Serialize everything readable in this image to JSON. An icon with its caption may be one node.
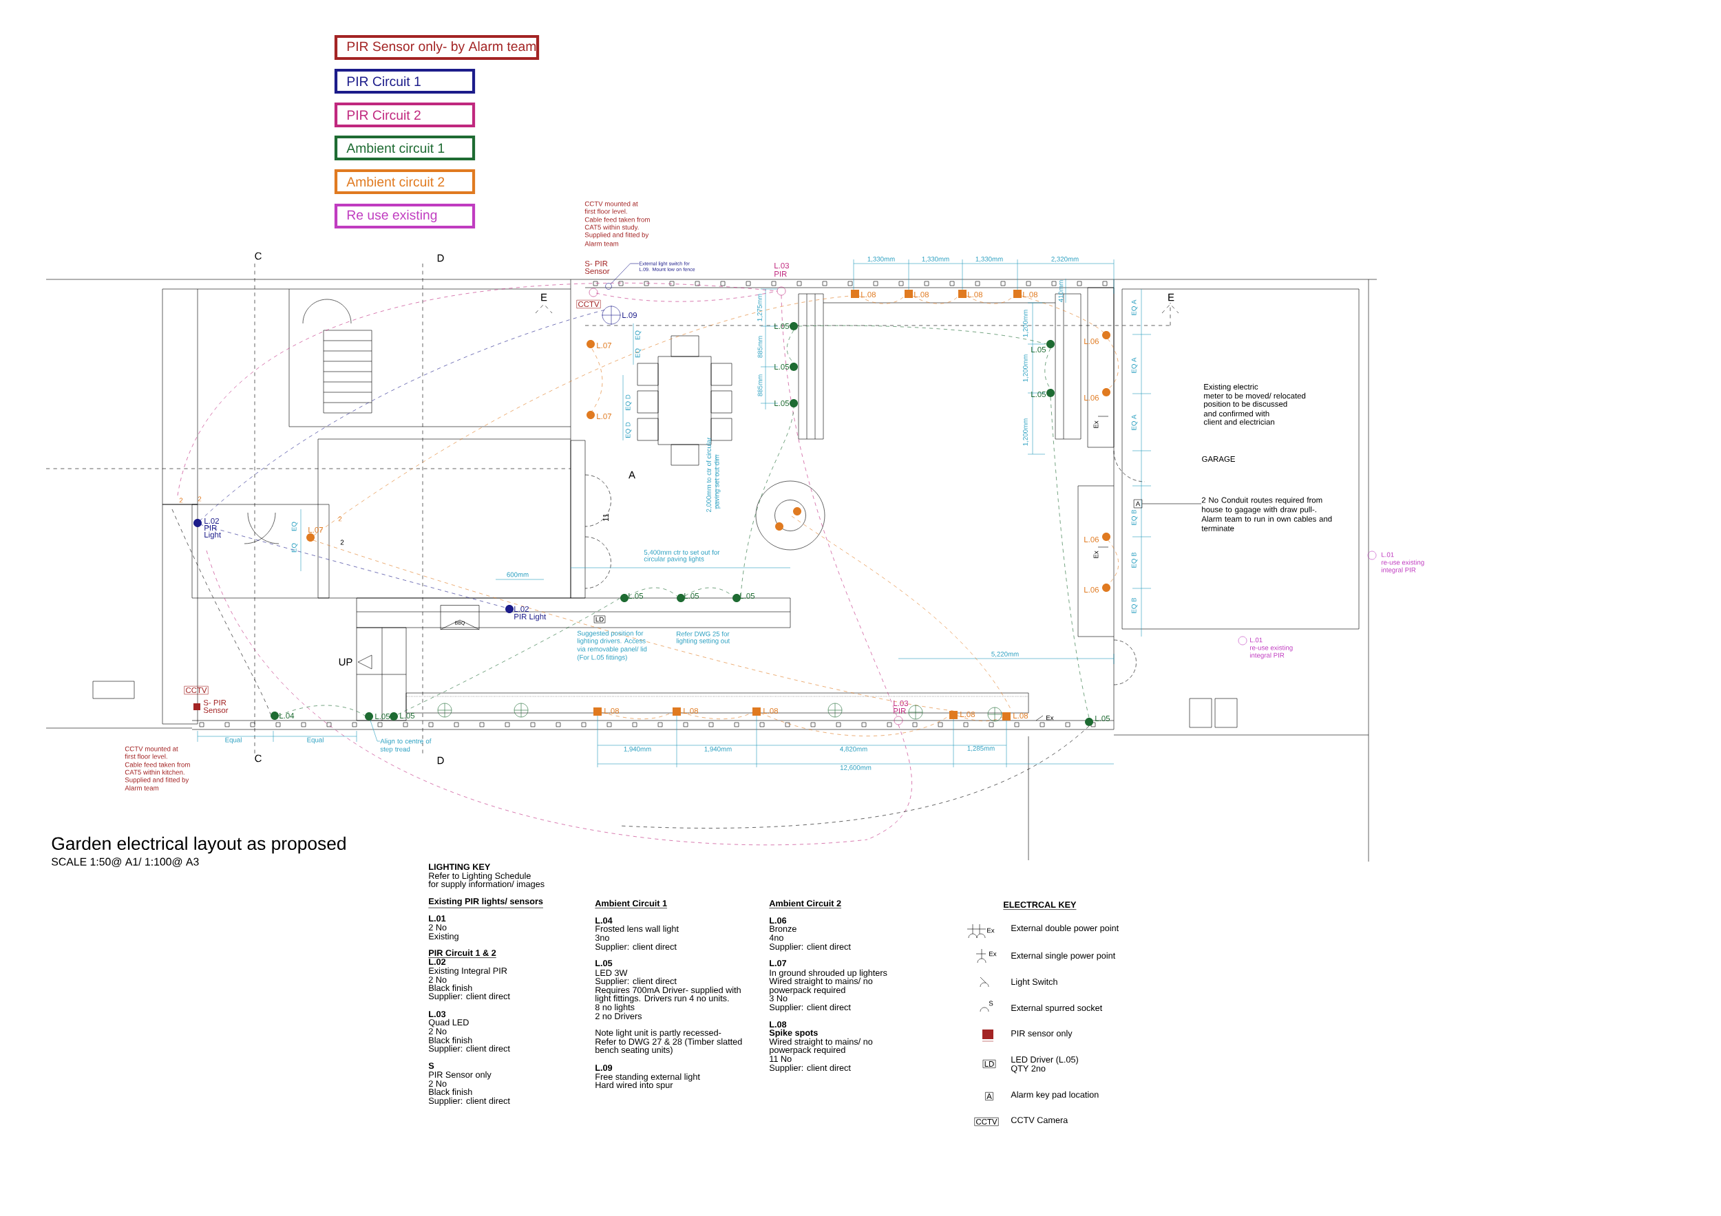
{
  "diagram": {
    "title": "Garden electrical layout as proposed",
    "nodes": [
      {
        "text": [
          "CCTV"
        ]
      },
      {
        "text": [
          "CCTV"
        ]
      },
      {
        "text": [
          "BBQ"
        ]
      },
      {
        "text": [
          "LD"
        ]
      },
      {
        "text": [
          "A"
        ]
      },
      {
        "text": [
          "2 No Conduit routes required from house to gagage with draw pull-. Alarm team to run in own cables and terminate"
        ]
      },
      {
        "text": [
          "External light switch for L.09. Mount low on fence"
        ]
      },
      {
        "text": [
          "Align to centre of step tread"
        ]
      },
      {
        "text": [],
        "shape": "switch"
      },
      {
        "text": [],
        "shape": "circle",
        "beside": [
          "L.05"
        ]
      }
    ],
    "edges": [
      {
        "from": 5,
        "to": 4,
        "arrow": "none"
      },
      {
        "from": 6,
        "to": 8,
        "arrow": "none",
        "color": "#1c1c8a"
      },
      {
        "from": 7,
        "to": 9,
        "arrow": "none",
        "color": "#2a9fc0"
      }
    ],
    "labels": [
      "CCTV mounted at",
      "first floor level.",
      "Cable feed taken from",
      "CAT5 within study.",
      "Supplied and fitted by",
      "Alarm team",
      "S- PIR",
      "Sensor",
      "L.03",
      "PIR",
      "1,330mm",
      "1,330mm",
      "1,330mm",
      "2,320mm",
      "E",
      "E",
      "L.09",
      "L.08",
      "L.08",
      "L.08",
      "L.08",
      "1,275mm",
      "410mm",
      "EQ A",
      "L.05",
      "EQ",
      "L.06",
      "L.07",
      "L.05",
      "EQ",
      "885mm",
      "1,200mm",
      "L.05",
      "1,200mm",
      "EQ A",
      "Existing electric",
      "meter to be moved/ relocated",
      "position to be discussed",
      "and confirmed with",
      "client and electrician",
      "L.06",
      "L.05",
      "885mm",
      "EQ D",
      "L.05",
      "L.07",
      "EQ A",
      "Ex",
      "EQ D",
      "1,200mm",
      "GARAGE",
      "A",
      "2,000mm to ctr of circular",
      "paving set out dim",
      "2",
      "2",
      "EQ B",
      "L.02",
      "PIR",
      "Light",
      "11",
      "EQ",
      "L.07",
      "2",
      "2",
      "L.06",
      "EQ",
      "5,400mm ctr to set out for",
      "circular paving lights",
      "L.01",
      "re-use existing",
      "integral PIR",
      "Ex",
      "EQ B",
      "600mm",
      "L.06",
      "L.05",
      "L.05",
      "L.05",
      "EQ B",
      "L.02",
      "PIR Light",
      "Suggested position for",
      "lighting drivers. Access",
      "via removable panel/ lid",
      "(For L.05 fittings)",
      "Refer DWG 25 for",
      "lighting setting out",
      "5,220mm",
      "L.01",
      "re-use existing",
      "integral PIR",
      "UP",
      "S- PIR",
      "Sensor",
      "L.04",
      "L.05",
      "L.08",
      "L.08",
      "L.08",
      "L.03",
      "PIR",
      "L.08",
      "L.08",
      "Ex",
      "L.05",
      "Equal",
      "Equal",
      "CCTV mounted at",
      "1,940mm",
      "1,940mm",
      "4,820mm",
      "1,285mm",
      "first floor level.",
      "Cable feed taken from",
      "12,600mm",
      "CAT5 within kitchen.",
      "Supplied and fitted by",
      "Alarm team",
      "C",
      "D",
      "C",
      "D",
      "SCALE 1:50@ A1/ 1:100@ A3",
      "LIGHTING KEY",
      "Refer to Lighting Schedule",
      "for supply information/ images",
      "Existing PIR lights/ sensors",
      "L.01",
      "2 No",
      "Existing",
      "PIR Circuit 1 & 2",
      "L.02",
      "Existing Integral PIR",
      "2 No",
      "Black finish",
      "Supplier: client direct",
      "L.03",
      "Quad LED",
      "2 No",
      "Black finish",
      "Supplier: client direct",
      "S",
      "PIR Sensor only",
      "2 No",
      "Black finish",
      "Supplier: client direct",
      "Ambient Circuit 1",
      "L.04",
      "Frosted lens wall light",
      "3no",
      "Supplier: client direct",
      "L.05",
      "LED 3W",
      "Supplier: client direct",
      "Requires 700mA Driver- supplied with",
      "light fittings. Drivers run 4 no units.",
      "8 no lights",
      "2 no Drivers",
      "Note light unit is partly recessed-",
      "Refer to DWG 27 & 28 (Timber slatted",
      "bench seating units)",
      "L.09",
      "Free standing external light",
      "Hard wired into spur",
      "Ambient Circuit 2",
      "L.06",
      "Bronze",
      "4no",
      "Supplier: client direct",
      "L.07",
      "In ground shrouded up lighters",
      "Wired straight to mains/ no",
      "powerpack required",
      "3 No",
      "Supplier: client direct",
      "L.08",
      "Spike spots",
      "Wired straight to mains/ no",
      "powerpack required",
      "11 No",
      "Supplier: client direct",
      "ELECTRCAL KEY",
      "External double power point",
      "External single power point",
      "Light Switch",
      "External spurred socket",
      "PIR sensor only",
      "LED Driver (L.05)",
      "QTY 2no",
      "Alarm key pad location",
      "CCTV Camera",
      "Ex",
      "Ex",
      "S",
      "LD",
      "A",
      "CCTV"
    ],
    "legend": [
      {
        "text": "PIR Sensor only- by Alarm team",
        "color": "#a32424"
      },
      {
        "text": "PIR Circuit 1",
        "color": "#1c1c8a"
      },
      {
        "text": "PIR Circuit 2",
        "color": "#c0287e"
      },
      {
        "text": "Ambient circuit 1",
        "color": "#1e6b32"
      },
      {
        "text": "Ambient circuit 2",
        "color": "#e07a20"
      },
      {
        "text": "Re use existing",
        "color": "#c03cc0"
      }
    ]
  }
}
